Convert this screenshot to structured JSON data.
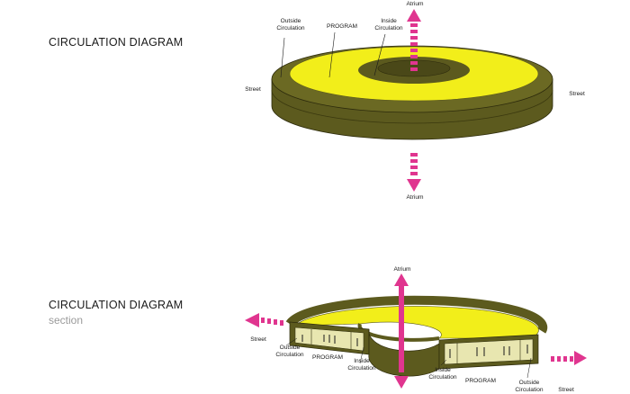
{
  "top": {
    "title": "CIRCULATION DIAGRAM",
    "labels": {
      "outside_1": "Outside",
      "outside_2": "Circulation",
      "program": "PROGRAM",
      "inside_1": "Inside",
      "inside_2": "Circulation",
      "atrium_top": "Atrium",
      "atrium_bottom": "Atrium",
      "street_left": "Street",
      "street_right": "Street"
    }
  },
  "section": {
    "title": "CIRCULATION DIAGRAM",
    "subtitle": "section",
    "labels": {
      "atrium": "Atrium",
      "street_left": "Street",
      "street_right": "Street",
      "outside_left_1": "Outside",
      "outside_left_2": "Circulation",
      "program_left": "PROGRAM",
      "inside_left_1": "Inside",
      "inside_left_2": "Circulation",
      "inside_right_1": "Inside",
      "inside_right_2": "Circulation",
      "program_right": "PROGRAM",
      "outside_right_1": "Outside",
      "outside_right_2": "Circulation"
    }
  },
  "colors": {
    "ring_dark": "#5c5a1e",
    "program_yellow": "#f2ee1a",
    "arrow_magenta": "#e0358f"
  }
}
